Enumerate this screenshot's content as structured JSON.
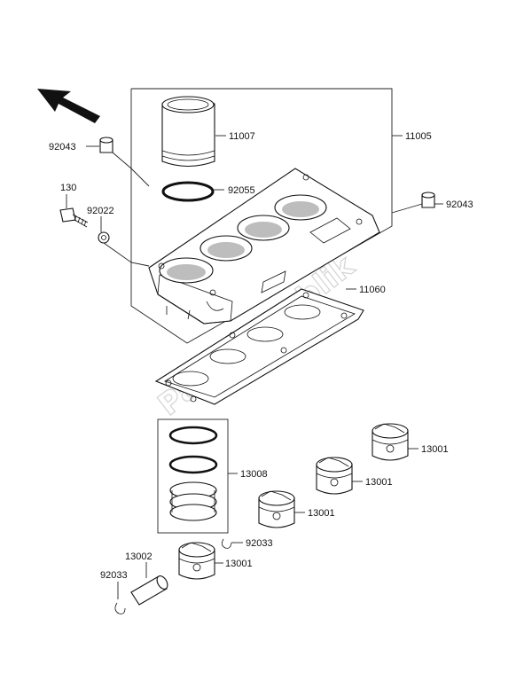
{
  "labels": {
    "cylinder_block": "11005",
    "cylinder_liner": "11007",
    "oring": "92055",
    "dowel_left": "92043",
    "dowel_right": "92043",
    "bolt": "130",
    "washer": "92022",
    "head_gasket": "11060",
    "ring_set": "13008",
    "piston_1": "13001",
    "piston_2": "13001",
    "piston_3": "13001",
    "piston_4": "13001",
    "piston_pin": "13002",
    "circlip_1": "92033",
    "circlip_2": "92033"
  },
  "watermark": "PartsRepublik",
  "colors": {
    "line": "#111111",
    "watermark": "#d6d6d6",
    "background": "#ffffff"
  },
  "icons": {
    "direction_arrow": "front-direction-arrow-icon"
  }
}
